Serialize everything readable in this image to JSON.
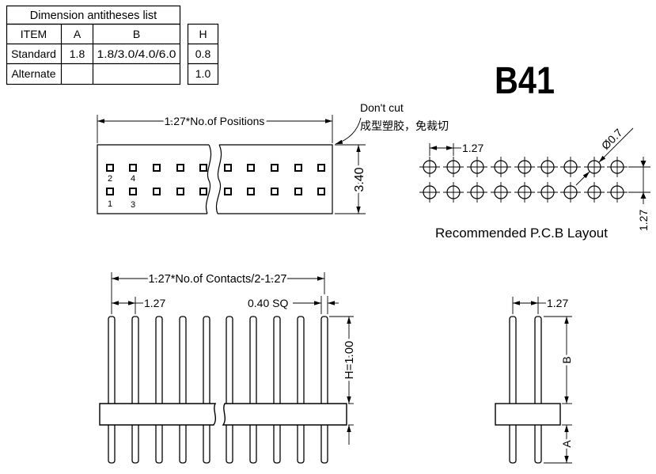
{
  "dimension_table": {
    "title": "Dimension antitheses list",
    "headers": [
      "ITEM",
      "A",
      "B"
    ],
    "rows": [
      [
        "Standard",
        "1.8",
        "1.8/3.0/4.0/6.0"
      ],
      [
        "Alternate",
        "",
        ""
      ]
    ]
  },
  "h_table": {
    "header": "H",
    "values": [
      "0.8",
      "1.0"
    ]
  },
  "model": "B41",
  "top_view": {
    "length_label": "1.27*No.of Positions",
    "height_label": "3.40",
    "note_en": "Don't cut",
    "note_cn": "成型塑胶，免裁切",
    "pin_labels": [
      "2",
      "4",
      "1",
      "3"
    ]
  },
  "pcb_layout": {
    "pitch_x_label": "1.27",
    "hole_label": "Ø0.7",
    "pitch_y_label": "1.27",
    "caption": "Recommended P.C.B Layout"
  },
  "side_view": {
    "length_label": "1.27*No.of Contacts/2-1.27",
    "pitch_label": "1.27",
    "pin_size_label": "0.40 SQ",
    "height_label": "H=1.00"
  },
  "end_view": {
    "pitch_label": "1.27",
    "b_label": "B",
    "a_label": "A"
  },
  "colors": {
    "line": "#000000",
    "background": "#ffffff"
  }
}
